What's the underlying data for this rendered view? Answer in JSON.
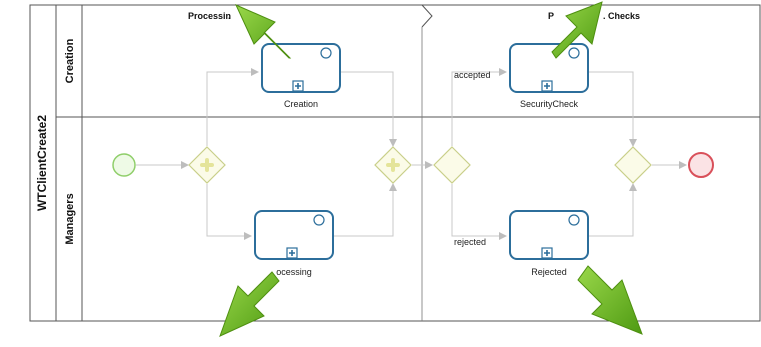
{
  "pool": {
    "label": "WTClientCreate2"
  },
  "lanes": [
    {
      "label": "Creation"
    },
    {
      "label": "Managers"
    }
  ],
  "phases": [
    {
      "label": "Processin",
      "visible_tail": "."
    },
    {
      "label": "P",
      "visible_tail": ". Checks"
    }
  ],
  "tasks": [
    {
      "label": "Creation"
    },
    {
      "label": "Processing",
      "visible_part": "ocessing"
    },
    {
      "label": "SecurityCheck"
    },
    {
      "label": "Rejected"
    }
  ],
  "flow_labels": [
    {
      "label": "accepted"
    },
    {
      "label": "rejected"
    }
  ],
  "colors": {
    "task_stroke": "#2c6e9b",
    "task_fill": "#ffffff",
    "start_stroke": "#8fce6a",
    "start_fill": "#eefae6",
    "end_stroke": "#d9505a",
    "end_fill": "#fbe3e5",
    "gateway_stroke": "#c9cf8a",
    "gateway_fill": "#fbfbe8",
    "flow": "#c8c8c8",
    "arrow_green": "#6fba1e",
    "arrow_green_dark": "#4e8f10"
  },
  "icons": {
    "arrows": [
      "green-arrow-up-icon",
      "green-arrow-up-icon",
      "green-arrow-down-icon",
      "green-arrow-down-icon"
    ],
    "subprocess_marker": "plus-square-icon",
    "parallel_gateway": "plus-icon"
  }
}
